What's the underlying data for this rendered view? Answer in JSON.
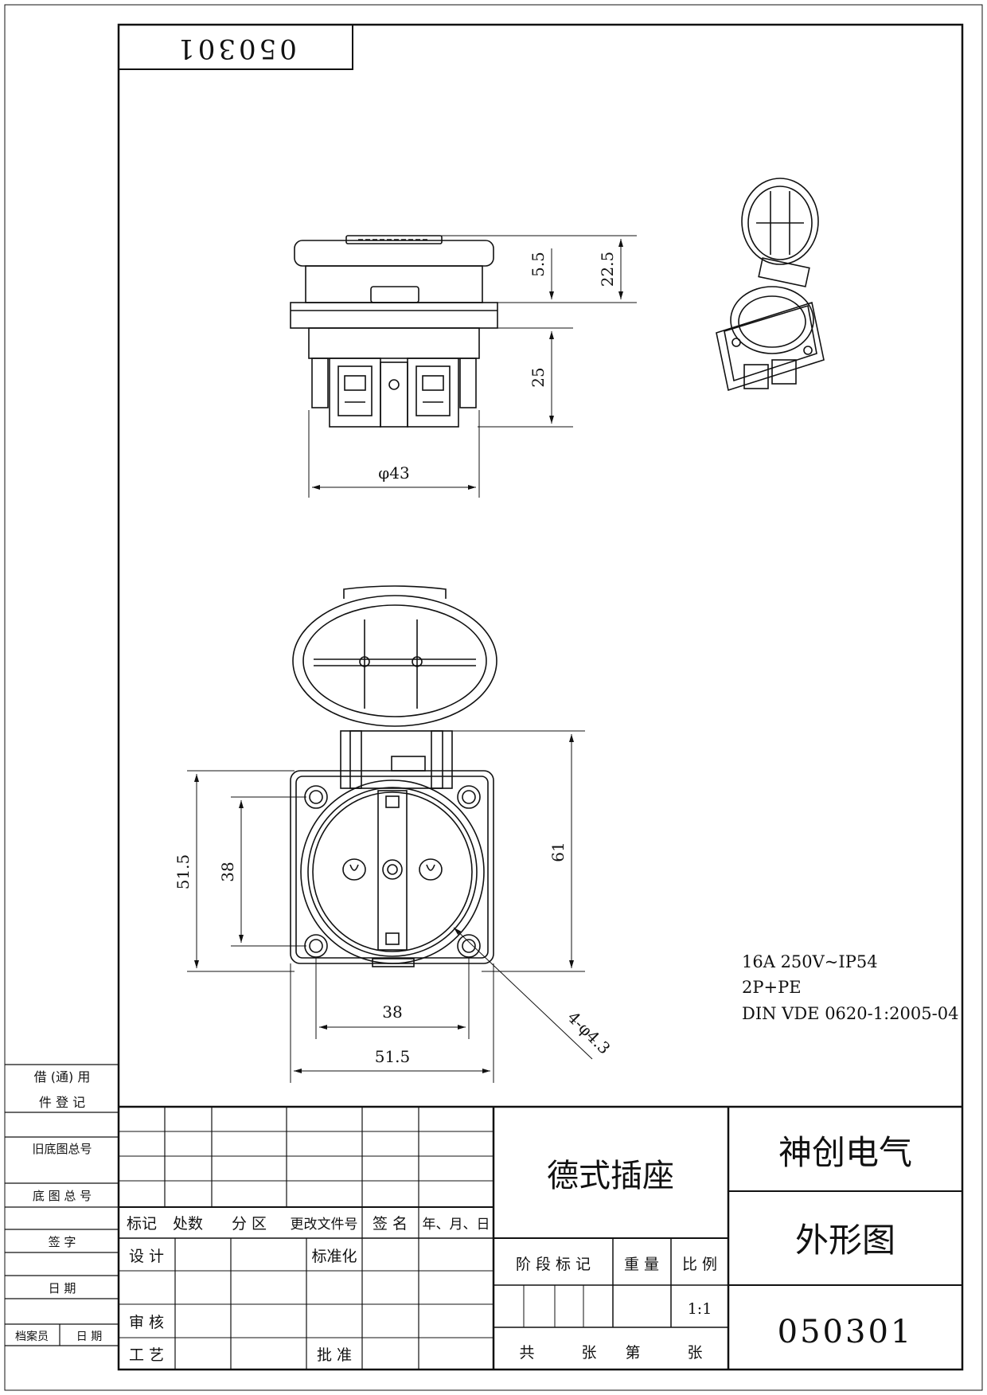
{
  "drawing_code_stamp": "050301",
  "product_name": "德式插座",
  "company": "神创电气",
  "drawing_type": "外形图",
  "drawing_number": "050301",
  "scale": "1:1",
  "specs": {
    "line1": "16A  250V~IP54",
    "line2": "2P+PE",
    "line3": "DIN VDE 0620-1:2005-04"
  },
  "dimensions": {
    "top_height_total": "22.5",
    "top_lid": "5.5",
    "bottom_depth": "25",
    "diameter": "φ43",
    "height_61": "61",
    "outer_square_v": "51.5",
    "hole_spacing_v": "38",
    "hole_spacing_h": "38",
    "outer_square_h": "51.5",
    "mount_holes": "4-φ4.3"
  },
  "left_column": {
    "borrow_record": [
      "借 (通) 用",
      "件  登  记"
    ],
    "old_base_no": "旧底图总号",
    "base_no": "底 图 总 号",
    "signature": "签      字",
    "date": "日      期",
    "archivist": "档案员",
    "archivist_date": "日  期"
  },
  "title_block": {
    "rev_headers": [
      "标记",
      "处数",
      "分 区",
      "更改文件号",
      "签 名",
      "年、月、日"
    ],
    "design": "设 计",
    "standardize": "标准化",
    "review": "审 核",
    "process": "工 艺",
    "approve": "批 准",
    "stage_mark": "阶 段 标 记",
    "weight": "重 量",
    "ratio": "比 例",
    "total_sheets": "共",
    "sheets": "张",
    "sheet_no": "第",
    "sheet": "张"
  }
}
